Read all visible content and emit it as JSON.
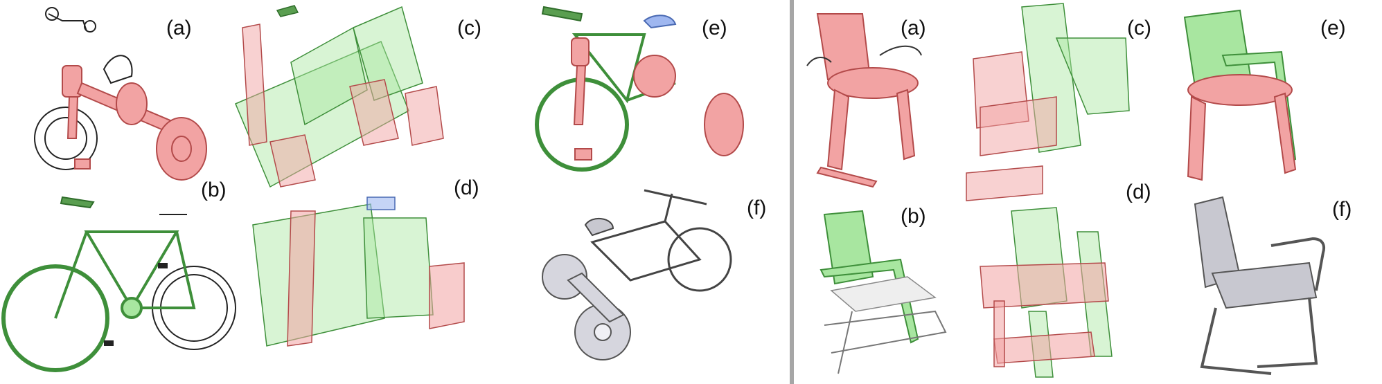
{
  "panels": {
    "left": {
      "cells": [
        {
          "id": "a",
          "label": "(a)"
        },
        {
          "id": "b",
          "label": "(b)"
        },
        {
          "id": "c",
          "label": "(c)"
        },
        {
          "id": "d",
          "label": "(d)"
        },
        {
          "id": "e",
          "label": "(e)"
        },
        {
          "id": "f",
          "label": "(f)"
        }
      ]
    },
    "right": {
      "cells": [
        {
          "id": "a",
          "label": "(a)"
        },
        {
          "id": "b",
          "label": "(b)"
        },
        {
          "id": "c",
          "label": "(c)"
        },
        {
          "id": "d",
          "label": "(d)"
        },
        {
          "id": "e",
          "label": "(e)"
        },
        {
          "id": "f",
          "label": "(f)"
        }
      ]
    }
  },
  "colors": {
    "red_part": "#f2a3a3",
    "red_stroke": "#b34a4a",
    "green_part": "#a8e6a0",
    "green_stroke": "#3e8f3a",
    "blue_part": "#9fb7f0",
    "gray_part": "#c8c8d0",
    "divider": "#a6a6a6"
  }
}
